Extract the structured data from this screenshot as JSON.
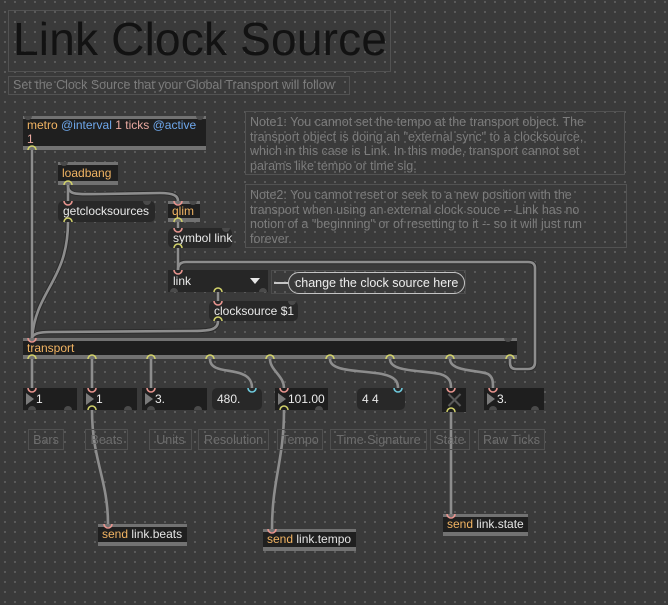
{
  "patcher": {
    "title": "Link Clock Source",
    "subtitle": "Set the Clock Source that your Global Transport will follow",
    "note1": "Note1: You cannot set the tempo at the transport object. The\ntransport object is doing an \"external sync\" to a clocksource,\nwhich in this case is Link. In this mode, transport cannot set\nparams like tempo or time sig.",
    "note2": "Note2: You cannot reset or seek to a new position with the\ntransport when using an external clock souce -- Link has no\nnotion of a \"beginning\" or of resetting to it -- so it will just run\nforever."
  },
  "objects": {
    "metro": {
      "class": "metro",
      "attr_interval": "@interval",
      "interval_value": "1 ticks",
      "attr_active": "@active",
      "active_value": "1"
    },
    "loadbang": {
      "class": "loadbang"
    },
    "qlim": {
      "class": "qlim"
    },
    "transport": {
      "class": "transport"
    },
    "send_beats": {
      "class": "send",
      "arg": "link.beats"
    },
    "send_tempo": {
      "class": "send",
      "arg": "link.tempo"
    },
    "send_state": {
      "class": "send",
      "arg": "link.state"
    }
  },
  "messages": {
    "getclocksources": "getclocksources",
    "symbol_link": "symbol link",
    "clocksource": "clocksource $1",
    "resolution": "480.",
    "time_signature": "4 4"
  },
  "clock_menu": {
    "selected": "link",
    "icon": "dropdown-triangle-icon"
  },
  "hint_bubble": "change the clock source here",
  "outputs": {
    "bars": "1",
    "beats": "1",
    "units": "3.",
    "tempo": "101.00",
    "raw_ticks": "3.",
    "state_toggle_on": false
  },
  "labels": {
    "bars": "Bars",
    "beats": "Beats",
    "units": "Units",
    "resolution": "Resolution",
    "tempo": "Tempo",
    "time_signature": "Time Signature",
    "state": "State",
    "raw_ticks": "Raw Ticks"
  },
  "colors": {
    "canvas": "#3a3a3a",
    "object_class": "#f2b463",
    "attribute": "#6fa8ec",
    "attribute_value": "#ebaaa2",
    "inlet": "#e8958f",
    "outlet": "#d2d26a",
    "right_inlet": "#6ec9dc",
    "patch_cord": "#8d8d8d"
  }
}
